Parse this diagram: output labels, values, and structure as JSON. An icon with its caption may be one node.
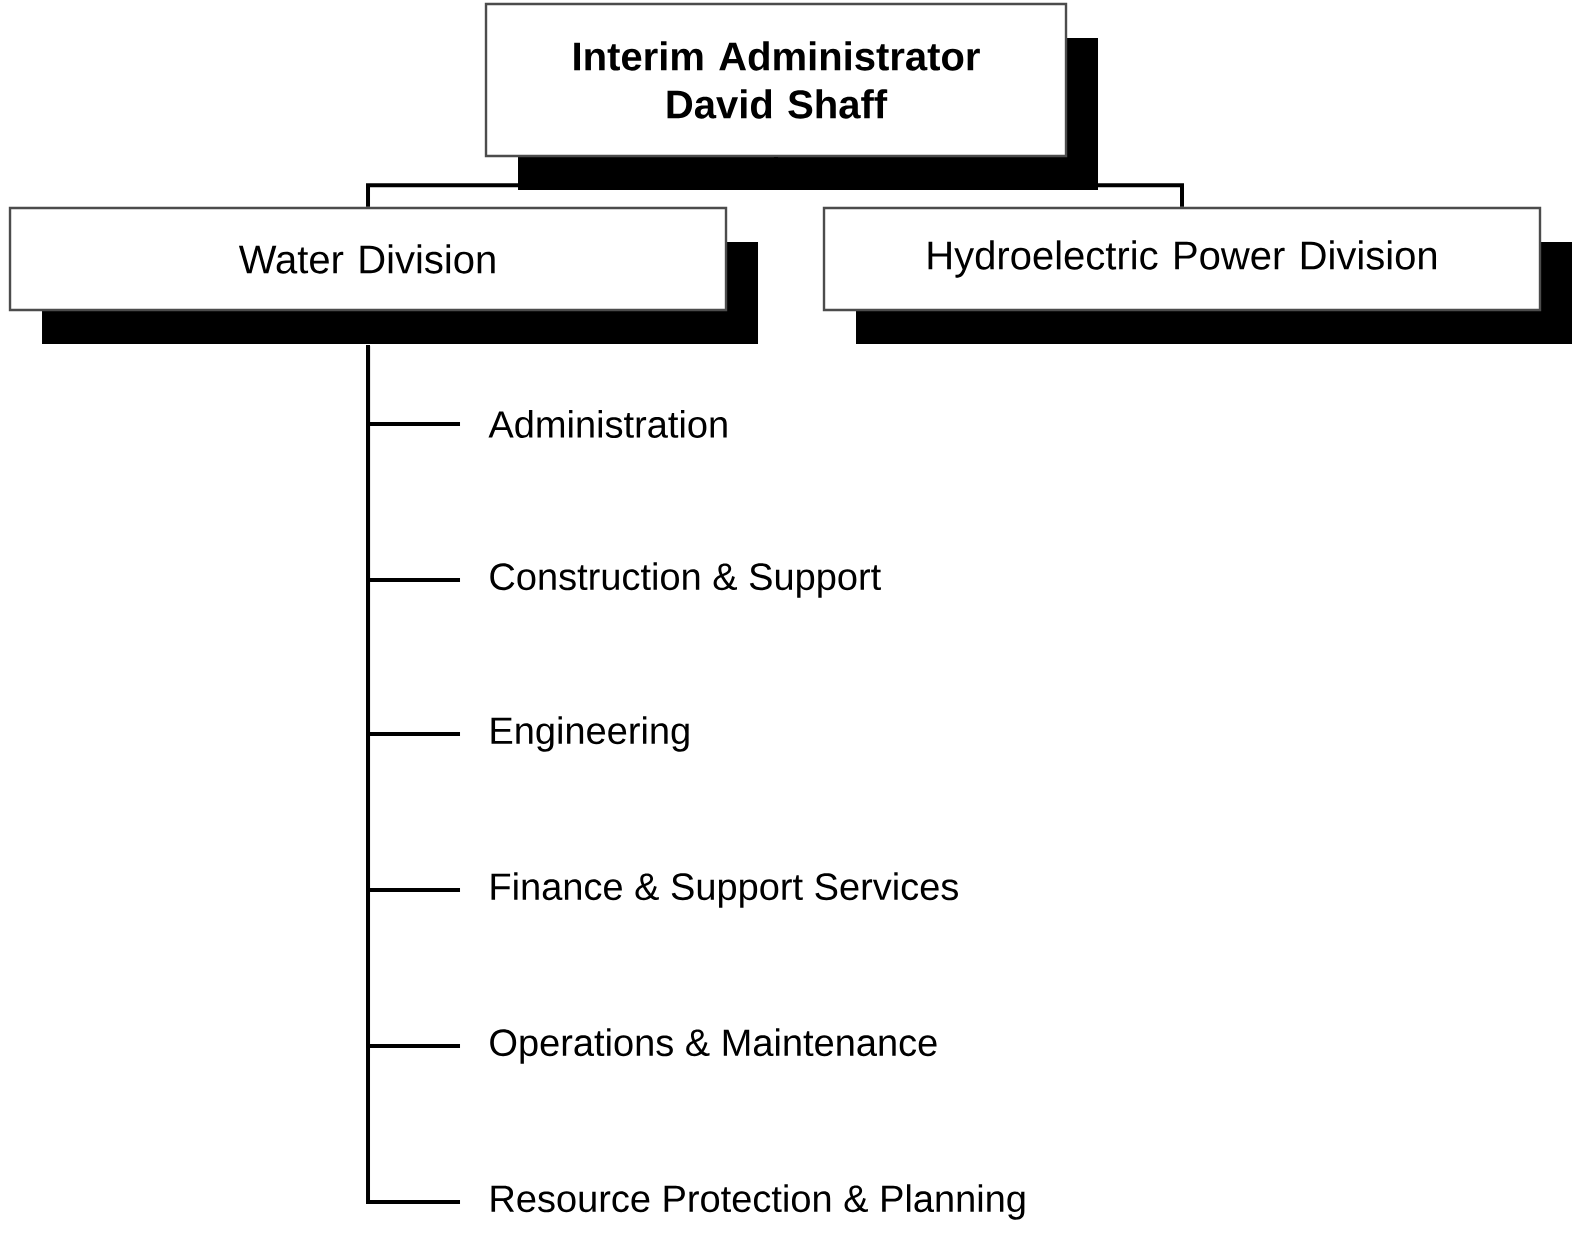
{
  "diagram": {
    "nodes": [
      {
        "text": [
          "Interim Administrator David Shaff"
        ]
      },
      {
        "text": [
          "Water Division"
        ]
      },
      {
        "text": [
          "Hydroelectric Power Division"
        ]
      },
      {
        "text": [
          "Administration"
        ]
      },
      {
        "text": [
          "Construction & Support"
        ]
      },
      {
        "text": [
          "Engineering"
        ]
      },
      {
        "text": [
          "Finance & Support Services"
        ]
      },
      {
        "text": [
          "Operations & Maintenance"
        ]
      },
      {
        "text": [
          "Resource Protection & Planning"
        ]
      }
    ],
    "edges": [
      {
        "from": 0,
        "to": 1,
        "arrow": "none"
      },
      {
        "from": 0,
        "to": 2,
        "arrow": "none"
      },
      {
        "from": 1,
        "to": 3,
        "arrow": "none"
      },
      {
        "from": 1,
        "to": 4,
        "arrow": "none"
      },
      {
        "from": 1,
        "to": 5,
        "arrow": "none"
      },
      {
        "from": 1,
        "to": 6,
        "arrow": "none"
      },
      {
        "from": 1,
        "to": 7,
        "arrow": "none"
      },
      {
        "from": 1,
        "to": 8,
        "arrow": "none"
      }
    ]
  }
}
